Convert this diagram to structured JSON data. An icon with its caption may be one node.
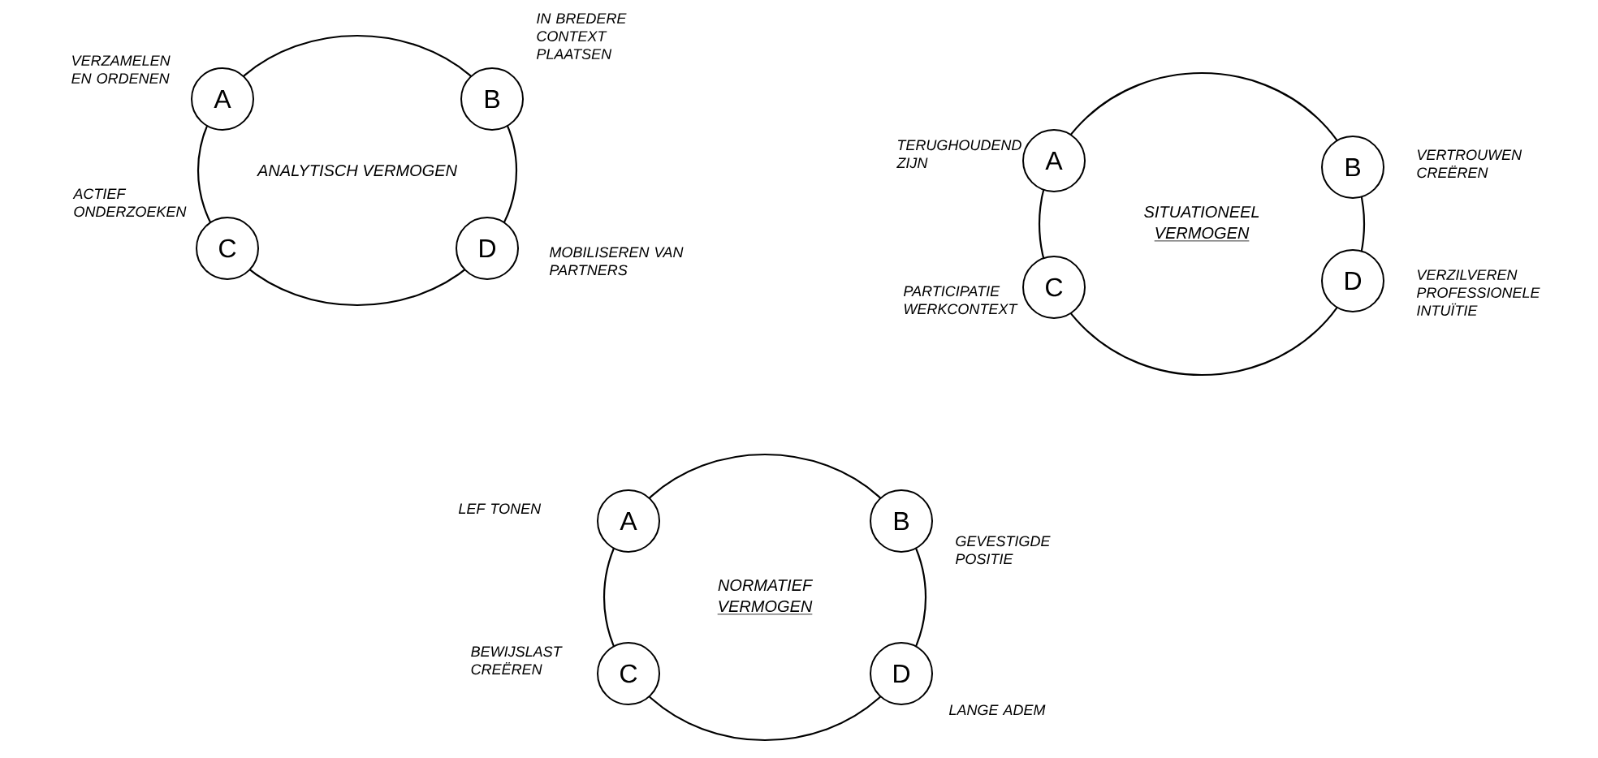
{
  "diagram": {
    "nodes": [
      {
        "text": [
          "ANALYTISCH VERMOGEN"
        ]
      },
      {
        "text": [
          "A"
        ],
        "beside": [
          "VERZAMELEN EN ORDENEN"
        ]
      },
      {
        "text": [
          "B"
        ],
        "beside": [
          "IN BREDERE CONTEXT PLAATSEN"
        ]
      },
      {
        "text": [
          "C"
        ],
        "beside": [
          "ACTIEF ONDERZOEKEN"
        ]
      },
      {
        "text": [
          "D"
        ],
        "beside": [
          "MOBILISEREN VAN PARTNERS"
        ]
      },
      {
        "text": [
          "SITUATIONEEL",
          "VERMOGEN"
        ]
      },
      {
        "text": [
          "A"
        ],
        "beside": [
          "TERUGHOUDEND ZIJN"
        ]
      },
      {
        "text": [
          "B"
        ],
        "beside": [
          "VERTROUWEN CREËREN"
        ]
      },
      {
        "text": [
          "C"
        ],
        "beside": [
          "PARTICIPATIE WERKCONTEXT"
        ]
      },
      {
        "text": [
          "D"
        ],
        "beside": [
          "VERZILVEREN PROFESSIONELE INTUÏTIE"
        ]
      },
      {
        "text": [
          "NORMATIEF",
          "VERMOGEN"
        ]
      },
      {
        "text": [
          "A"
        ],
        "beside": [
          "LEF TONEN"
        ]
      },
      {
        "text": [
          "B"
        ],
        "beside": [
          "GEVESTIGDE POSITIE"
        ]
      },
      {
        "text": [
          "C"
        ],
        "beside": [
          "BEWIJSLAST CREËREN"
        ]
      },
      {
        "text": [
          "D"
        ],
        "beside": [
          "LANGE ADEM"
        ]
      }
    ]
  }
}
